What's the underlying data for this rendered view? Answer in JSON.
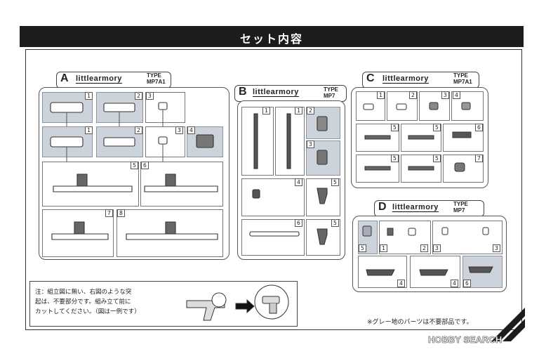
{
  "header": {
    "title": "セット内容"
  },
  "brand": {
    "logo_text": "littlearmory"
  },
  "sections": {
    "A": {
      "label": "A",
      "type_line1": "TYPE",
      "type_line2": "MP7A1",
      "nums": [
        "1",
        "2",
        "3",
        "1",
        "2",
        "3",
        "4",
        "5",
        "6",
        "7",
        "8"
      ]
    },
    "B": {
      "label": "B",
      "type_line1": "TYPE",
      "type_line2": "MP7",
      "nums": [
        "1",
        "1",
        "2",
        "3",
        "4",
        "5",
        "6",
        "5"
      ]
    },
    "C": {
      "label": "C",
      "type_line1": "TYPE",
      "type_line2": "MP7A1",
      "nums": [
        "1",
        "2",
        "3",
        "4",
        "5",
        "5",
        "6",
        "5",
        "5",
        "7"
      ]
    },
    "D": {
      "label": "D",
      "type_line1": "TYPE",
      "type_line2": "MP7",
      "nums": [
        "5",
        "1",
        "2",
        "3",
        "3",
        "4",
        "4",
        "6"
      ]
    }
  },
  "note": {
    "lines": [
      "注：組立図に無い、右図のような突",
      "起は、不要部分です。組み立て前に",
      "カットしてください。（図は一例です）"
    ]
  },
  "footnote": "※グレー地のパーツは不要部品です。",
  "watermark": "HOBBY SEARCH",
  "colors": {
    "header_bg": "#1c1c1c",
    "unused_part_fill": "#ccd3da"
  }
}
